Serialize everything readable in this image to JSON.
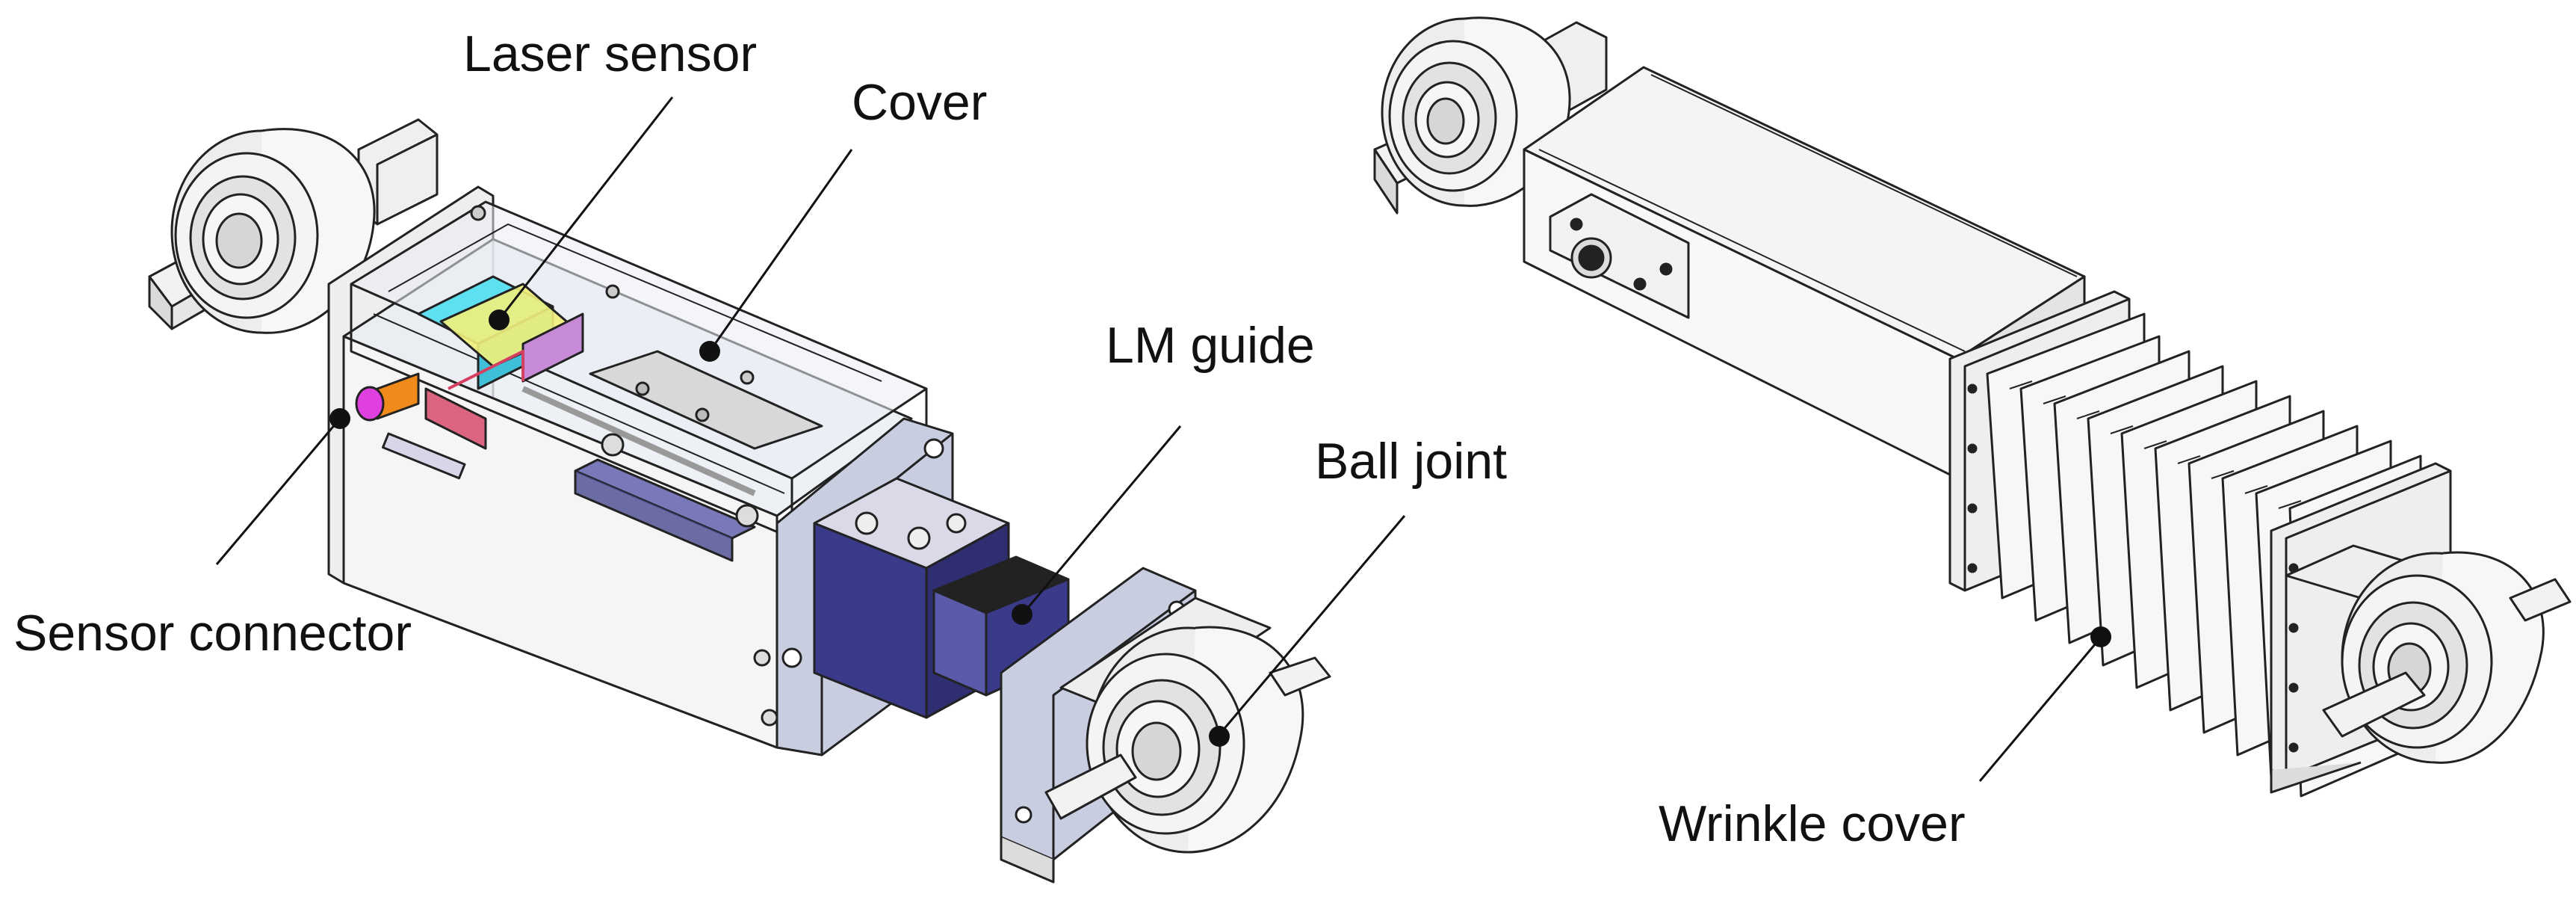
{
  "labels": {
    "laser_sensor": "Laser sensor",
    "cover": "Cover",
    "lm_guide": "LM guide",
    "ball_joint": "Ball joint",
    "sensor_connector": "Sensor connector",
    "wrinkle_cover": "Wrinkle cover"
  },
  "colors": {
    "line": "#222222",
    "metal_light": "#f4f4f4",
    "metal_mid": "#d9d9d9",
    "metal_dark": "#a8a8a8",
    "cover_transparent": "#e9ecf3",
    "plate_blue": "#b6bdd9",
    "block_dark_blue": "#3a3a8a",
    "rail_blue": "#5a5aaa",
    "sensor_cyan": "#5fe0f0",
    "sensor_yellow": "#f2ef7a",
    "connector_orange": "#f08a1a",
    "connector_magenta": "#e040e0",
    "red_parts": "#d44060"
  },
  "icons": [
    "ball-joint-icon",
    "laser-sensor-icon",
    "lm-guide-icon",
    "bellows-icon"
  ]
}
